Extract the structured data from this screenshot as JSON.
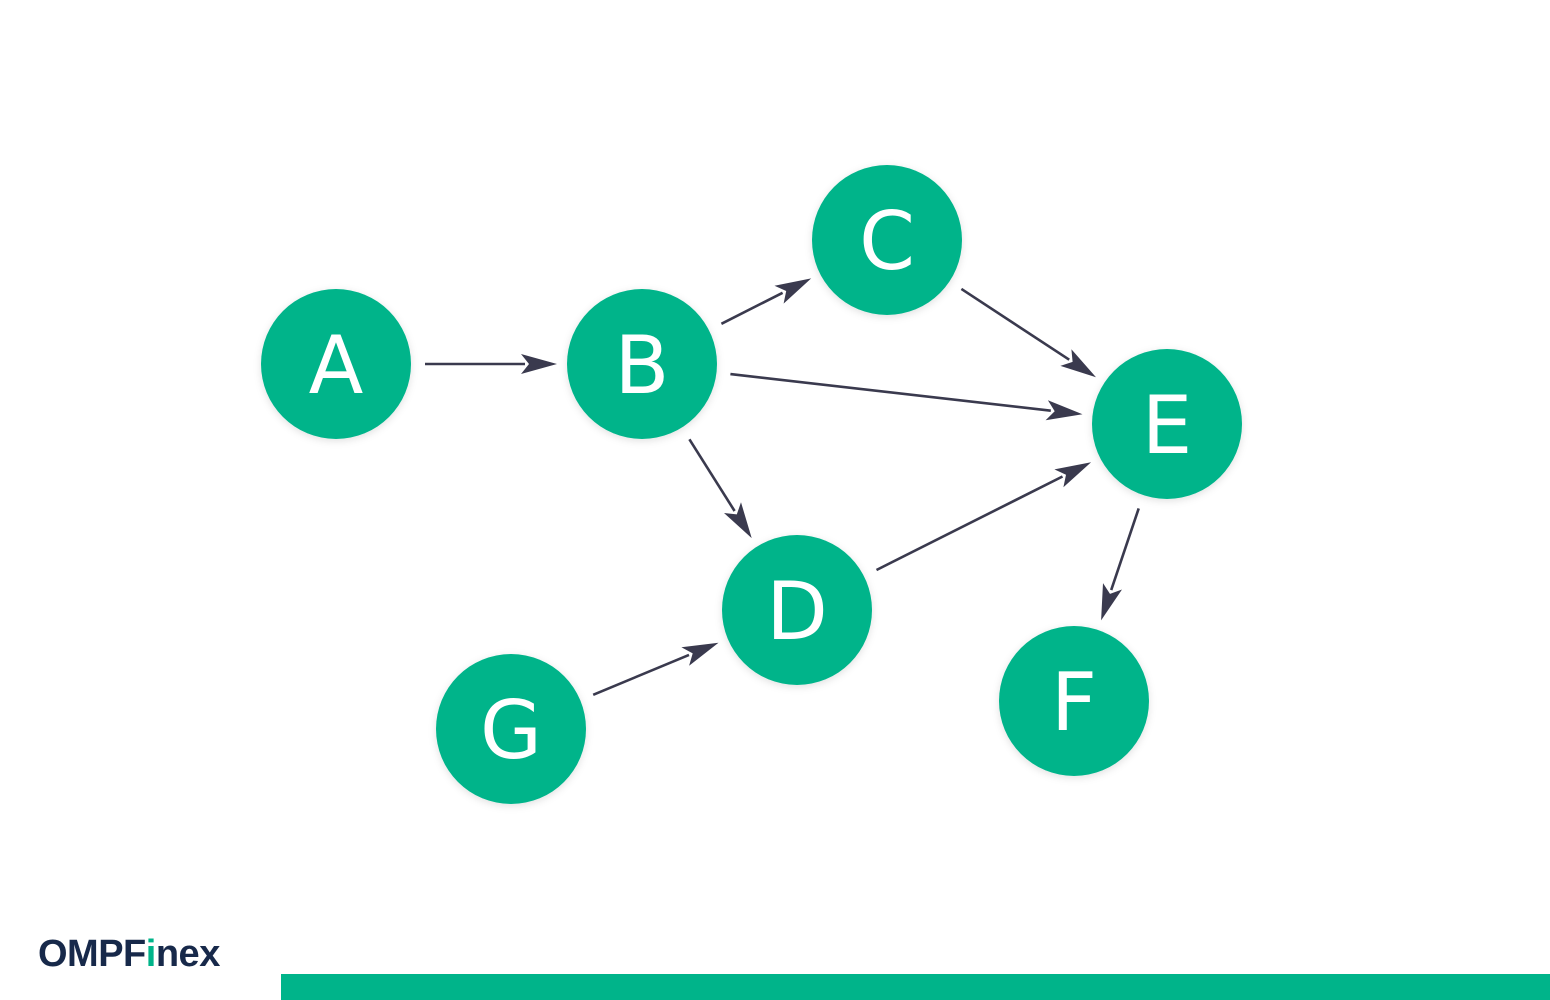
{
  "diagram": {
    "nodes": [
      {
        "id": "A",
        "label": "A"
      },
      {
        "id": "B",
        "label": "B"
      },
      {
        "id": "C",
        "label": "C"
      },
      {
        "id": "D",
        "label": "D"
      },
      {
        "id": "E",
        "label": "E"
      },
      {
        "id": "F",
        "label": "F"
      },
      {
        "id": "G",
        "label": "G"
      }
    ],
    "edges": [
      {
        "from": "A",
        "to": "B"
      },
      {
        "from": "B",
        "to": "C"
      },
      {
        "from": "B",
        "to": "E"
      },
      {
        "from": "B",
        "to": "D"
      },
      {
        "from": "C",
        "to": "E"
      },
      {
        "from": "D",
        "to": "E"
      },
      {
        "from": "G",
        "to": "D"
      },
      {
        "from": "E",
        "to": "F"
      }
    ],
    "node_color": "#00b48a",
    "label_color": "#ffffff",
    "edge_color": "#3a3a4e"
  },
  "brand": {
    "name_part1": "OMPF",
    "name_accent": "i",
    "name_part2": "nex",
    "text_color": "#17294a",
    "accent_color": "#00b48a"
  },
  "footer": {
    "bar_color": "#00b48a"
  }
}
